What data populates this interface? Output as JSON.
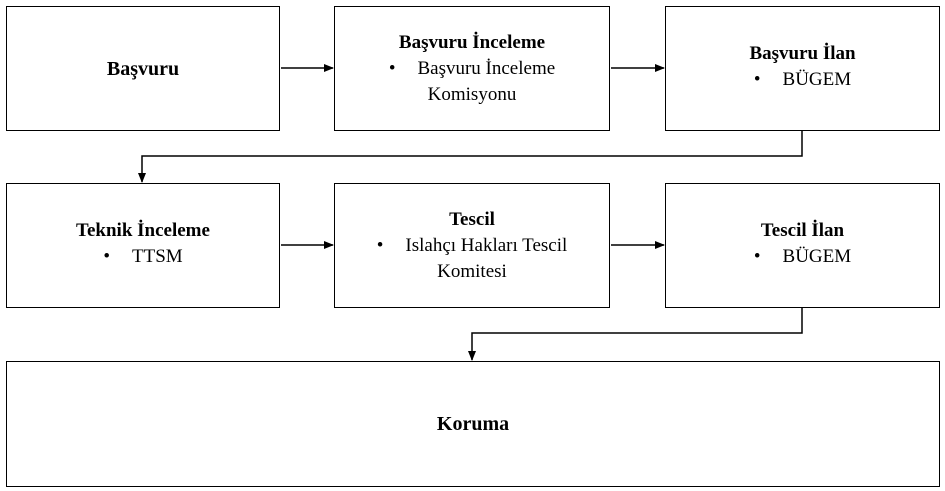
{
  "boxes": {
    "basvuru": {
      "title": "Başvuru"
    },
    "basvuru_inceleme": {
      "title": "Başvuru İnceleme",
      "bullet": "•",
      "item_line1": "Başvuru İnceleme",
      "item_line2": "Komisyonu"
    },
    "basvuru_ilan": {
      "title": "Başvuru İlan",
      "bullet": "•",
      "item": "BÜGEM"
    },
    "teknik_inceleme": {
      "title": "Teknik İnceleme",
      "bullet": "•",
      "item": "TTSM"
    },
    "tescil": {
      "title": "Tescil",
      "bullet": "•",
      "item_line1": "Islahçı Hakları Tescil",
      "item_line2": "Komitesi"
    },
    "tescil_ilan": {
      "title": "Tescil İlan",
      "bullet": "•",
      "item": "BÜGEM"
    },
    "koruma": {
      "title": "Koruma"
    }
  },
  "colors": {
    "stroke": "#000000",
    "fill": "#ffffff",
    "text": "#000000"
  }
}
